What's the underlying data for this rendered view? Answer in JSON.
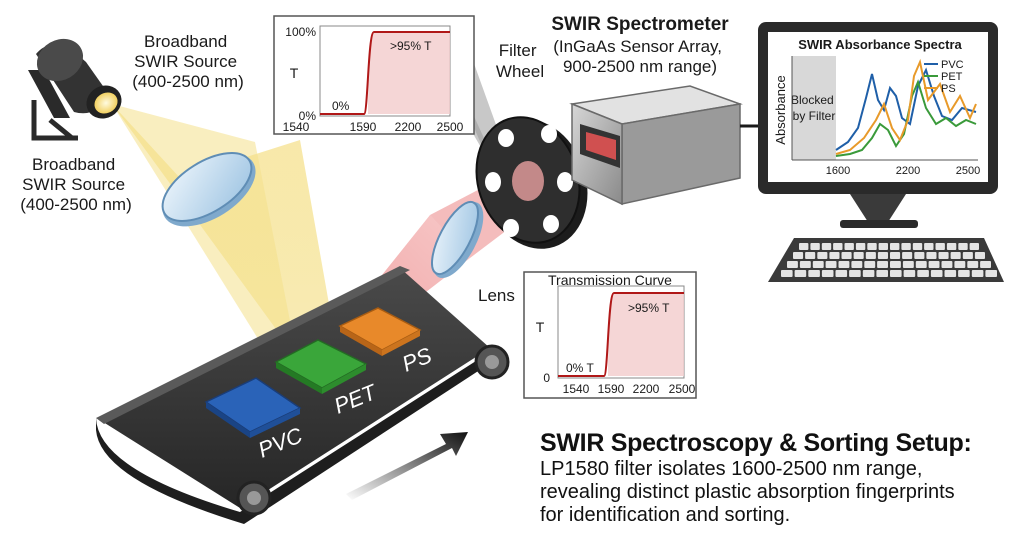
{
  "source": {
    "left_label": [
      "Broadband",
      "SWIR Source",
      "(400-2500 nm)"
    ],
    "top_label": [
      "Broadband",
      "SWIR Source",
      "(400-2500 nm)"
    ]
  },
  "filter_wheel": {
    "label": [
      "Filter",
      "Wheel"
    ]
  },
  "lens": {
    "label": "Lens"
  },
  "spectrometer": {
    "title": "SWIR Spectrometer",
    "subtitle": [
      "(InGaAs Sensor Array,",
      "900-2500 nm range)"
    ]
  },
  "top_plot": {
    "y_label": "T",
    "y_ticks": [
      "100%",
      "0%"
    ],
    "x_ticks": [
      "1540",
      "1590",
      "2200",
      "2500"
    ],
    "low_label": "0%",
    "high_label": ">95% T"
  },
  "transmission_plot": {
    "title": "Transmission Curve",
    "y_label": "T",
    "y_tick": "0",
    "x_ticks": [
      "1540",
      "1590",
      "2200",
      "2500"
    ],
    "low_label": "0% T",
    "high_label": ">95% T"
  },
  "monitor": {
    "title": "SWIR Absorbance Spectra",
    "y_label": "Absorbance",
    "blocked_label": [
      "Blocked",
      "by Filter"
    ],
    "x_ticks": [
      "1600",
      "2200",
      "2500"
    ],
    "legend": [
      {
        "name": "PVC",
        "color": "#1f5fa8"
      },
      {
        "name": "PET",
        "color": "#3a9a3a"
      },
      {
        "name": "PS",
        "color": "#e89a2a"
      }
    ]
  },
  "conveyor": {
    "items": [
      {
        "label": "PVC",
        "color": "#2a63b8"
      },
      {
        "label": "PET",
        "color": "#3aa63a"
      },
      {
        "label": "PS",
        "color": "#e8892a"
      }
    ]
  },
  "caption": {
    "title": "SWIR Spectroscopy & Sorting Setup:",
    "lines": [
      "LP1580 filter isolates 1600-2500 nm range,",
      "revealing distinct plastic absorption fingerprints",
      "for identification and sorting."
    ]
  },
  "colors": {
    "beam_red": "#e05050",
    "beam_yellow": "#f2dc7a",
    "curve_red": "#b01818"
  }
}
